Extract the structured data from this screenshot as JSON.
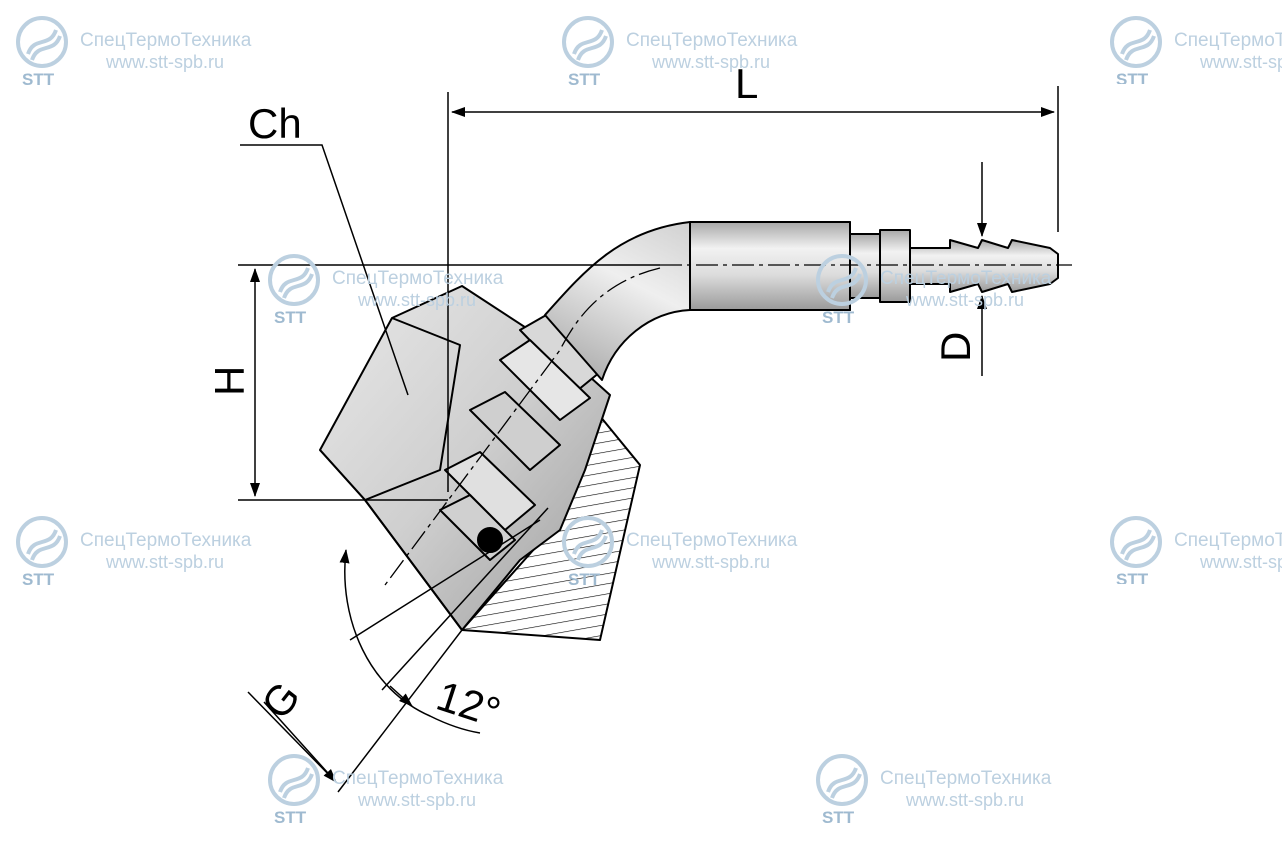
{
  "dimensions": {
    "ch": "Ch",
    "l": "L",
    "h": "H",
    "d": "D",
    "g": "G",
    "angle": "12°"
  },
  "watermark": {
    "company": "СпецТермоТехника",
    "url": "www.stt-spb.ru",
    "abbr": "STT",
    "color": "#bcd0e0"
  },
  "colors": {
    "outline": "#000000",
    "body_light": "#ececec",
    "body_mid": "#c9c9c9",
    "body_dark": "#8a8a8a"
  }
}
